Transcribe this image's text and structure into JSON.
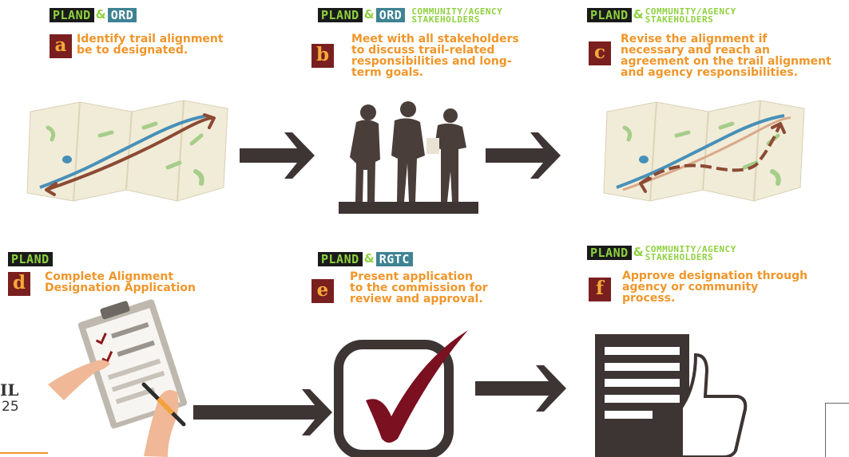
{
  "steps": [
    {
      "letter": "a",
      "tags": [
        "PLAND",
        "ORD"
      ],
      "community": "",
      "text": "Identify trail alignment\nbe to designated."
    },
    {
      "letter": "b",
      "tags": [
        "PLAND",
        "ORD"
      ],
      "community": "COMMUNITY/AGENCY\nSTAKEHOLDERS",
      "text": "Meet with all stakeholders\nto discuss trail-related\nresponsibilities and long-\nterm goals."
    },
    {
      "letter": "c",
      "tags": [
        "PLAND"
      ],
      "community": "COMMUNITY/AGENCY\nSTAKEHOLDERS",
      "text": "Revise the alignment if\nnecessary and reach an\nagreement on the trail alignment\nand agency responsibilities."
    },
    {
      "letter": "d",
      "tags": [
        "PLAND"
      ],
      "community": "",
      "text": "Complete Alignment\nDesignation Application"
    },
    {
      "letter": "e",
      "tags": [
        "PLAND",
        "RGTC"
      ],
      "community": "",
      "text": "Present application\nto the commission for\nreview and approval."
    },
    {
      "letter": "f",
      "tags": [
        "PLAND"
      ],
      "community": "COMMUNITY/AGENCY\nSTAKEHOLDERS",
      "text": "Approve designation through\nagency or community\nprocess."
    }
  ],
  "amp": "&",
  "side_text": {
    "line1": "IL",
    "line2": "25"
  },
  "icons": [
    "map-icon",
    "stakeholders-icon",
    "revised-map-icon",
    "clipboard-icon",
    "checkmark-icon",
    "thumbs-up-document-icon",
    "arrow-right-icon"
  ],
  "colors": {
    "tag_bg": "#1a1a1a",
    "tag_text": "#8fd13f",
    "teal": "#3e8393",
    "letter_bg": "#7a1f1f",
    "letter_text": "#f5a93a",
    "desc": "#f0962a",
    "arrow": "#3d3533"
  }
}
